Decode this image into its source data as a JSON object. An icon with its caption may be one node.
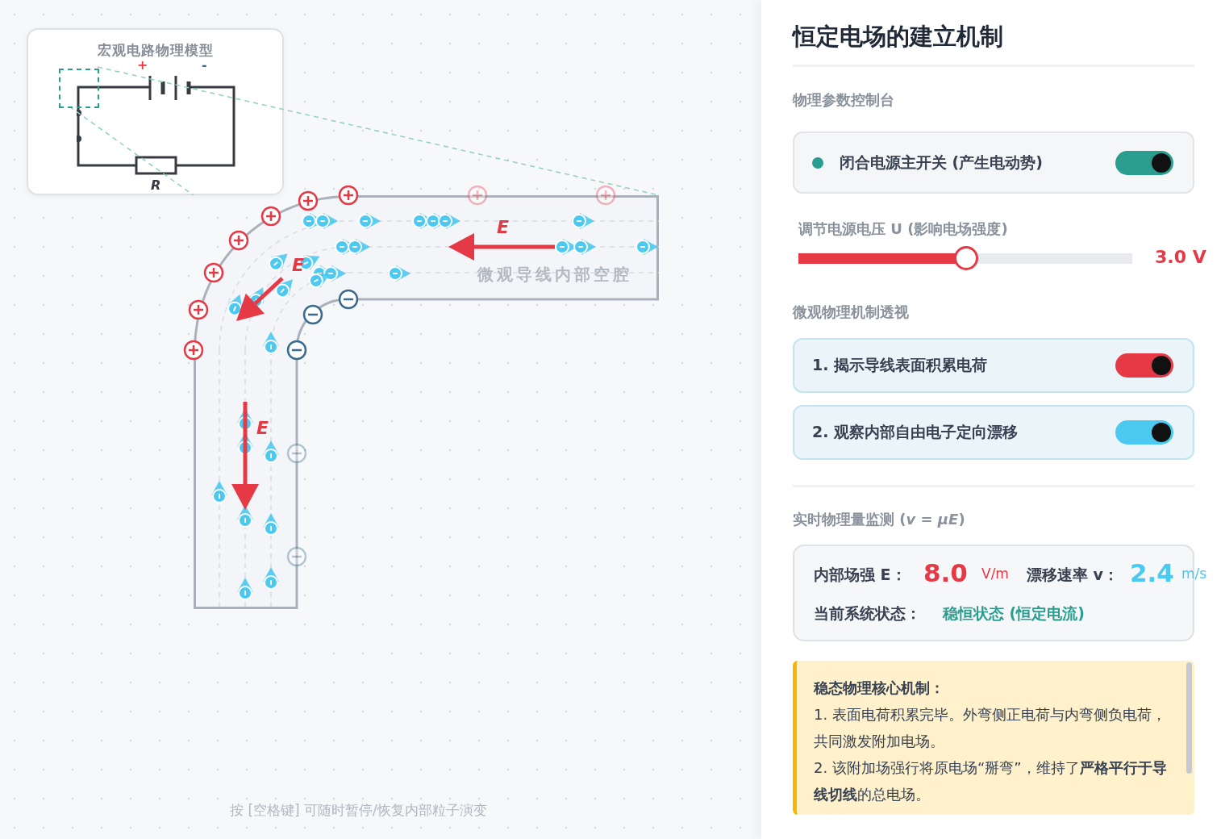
{
  "diagram": {
    "nodes": [
      {
        "text": [
          "宏观电路物理模型"
        ]
      },
      {
        "text": [],
        "shape": "box",
        "in": 0
      },
      {
        "text": [
          "微观导线内部空腔"
        ]
      }
    ],
    "edges": [
      {
        "from": 1,
        "to": 2,
        "arrow": "none",
        "style": "dashed",
        "color": "#8fd0bf"
      },
      {
        "from": 1,
        "to": 2,
        "arrow": "none",
        "style": "dashed",
        "color": "#8fd0bf"
      }
    ],
    "labels": [
      "+",
      "-",
      "R",
      "E",
      "E",
      "E",
      "按 [空格键] 可随时暂停/恢复内部粒子演变",
      "恒定电场的建立机制",
      "物理参数控制台",
      "闭合电源主开关 (产生电动势)",
      "调节电源电压 U (影响电场强度)",
      "3.0 V",
      "微观物理机制透视",
      "1. 揭示导线表面积累电荷",
      "2. 观察内部自由电子定向漂移",
      "实时物理量监测 (*v* = *μE*)",
      "内部场强 E：",
      "8.0",
      "V/m",
      "漂移速率 v：",
      "2.4",
      "m/s",
      "当前系统状态：",
      "稳恒状态 (恒定电流)",
      "稳态物理核心机制：",
      "1. 表面电荷积累完毕。外弯侧正电荷与内弯侧负电荷，共同激发附加电场。",
      "2. 该附加场强行将原电场“掰弯”，维持了**严格平行于导线切线**的总电场。"
    ]
  }
}
